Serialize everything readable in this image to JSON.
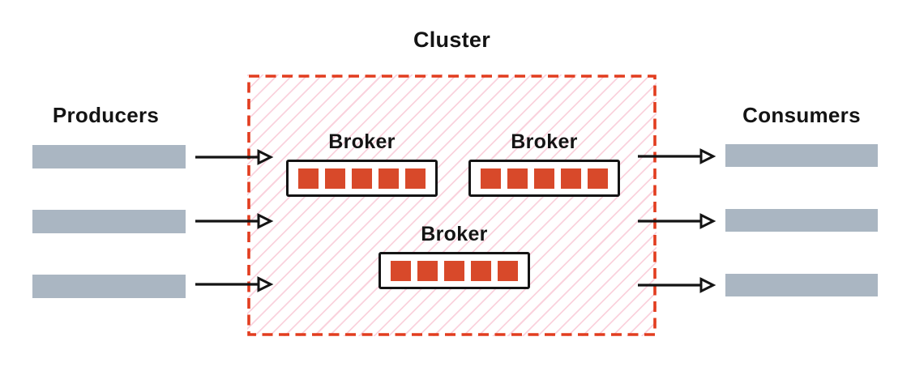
{
  "diagram": {
    "title": "Cluster",
    "producers": {
      "label": "Producers",
      "lane_count": 3
    },
    "consumers": {
      "label": "Consumers",
      "lane_count": 3
    },
    "cluster": {
      "brokers": [
        {
          "label": "Broker",
          "partitions": 5
        },
        {
          "label": "Broker",
          "partitions": 5
        },
        {
          "label": "Broker",
          "partitions": 5
        }
      ]
    },
    "colors": {
      "border_red": "#e23d1f",
      "partition_red": "#d8492a",
      "lane_gray": "#aab6c2",
      "hatch_pink": "#fad2dd",
      "ink_black": "#141414"
    }
  }
}
